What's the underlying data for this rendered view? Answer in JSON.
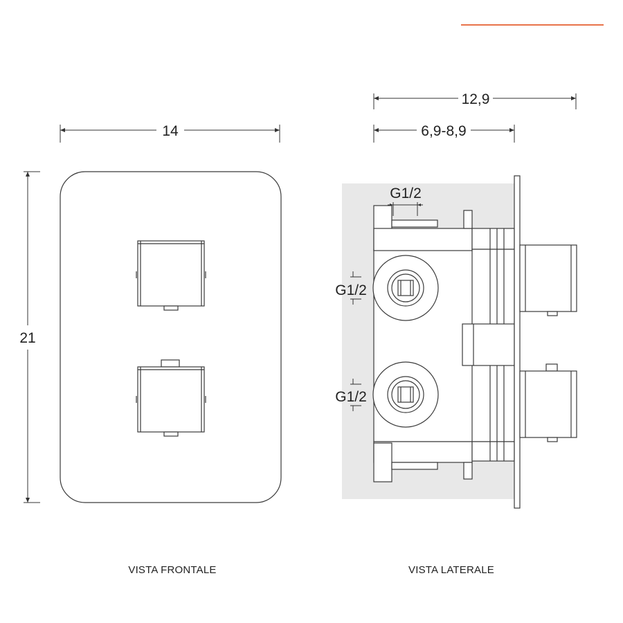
{
  "accent_color": "#e8734a",
  "front_view": {
    "caption": "VISTA FRONTALE",
    "width_label": "14",
    "height_label": "21"
  },
  "side_view": {
    "caption": "VISTA LATERALE",
    "total_depth_label": "12,9",
    "wall_depth_label": "6,9-8,9",
    "top_port_label": "G1/2",
    "upper_port_label": "G1/2",
    "lower_port_label": "G1/2",
    "body_fill_color": "#e8e8e8"
  }
}
